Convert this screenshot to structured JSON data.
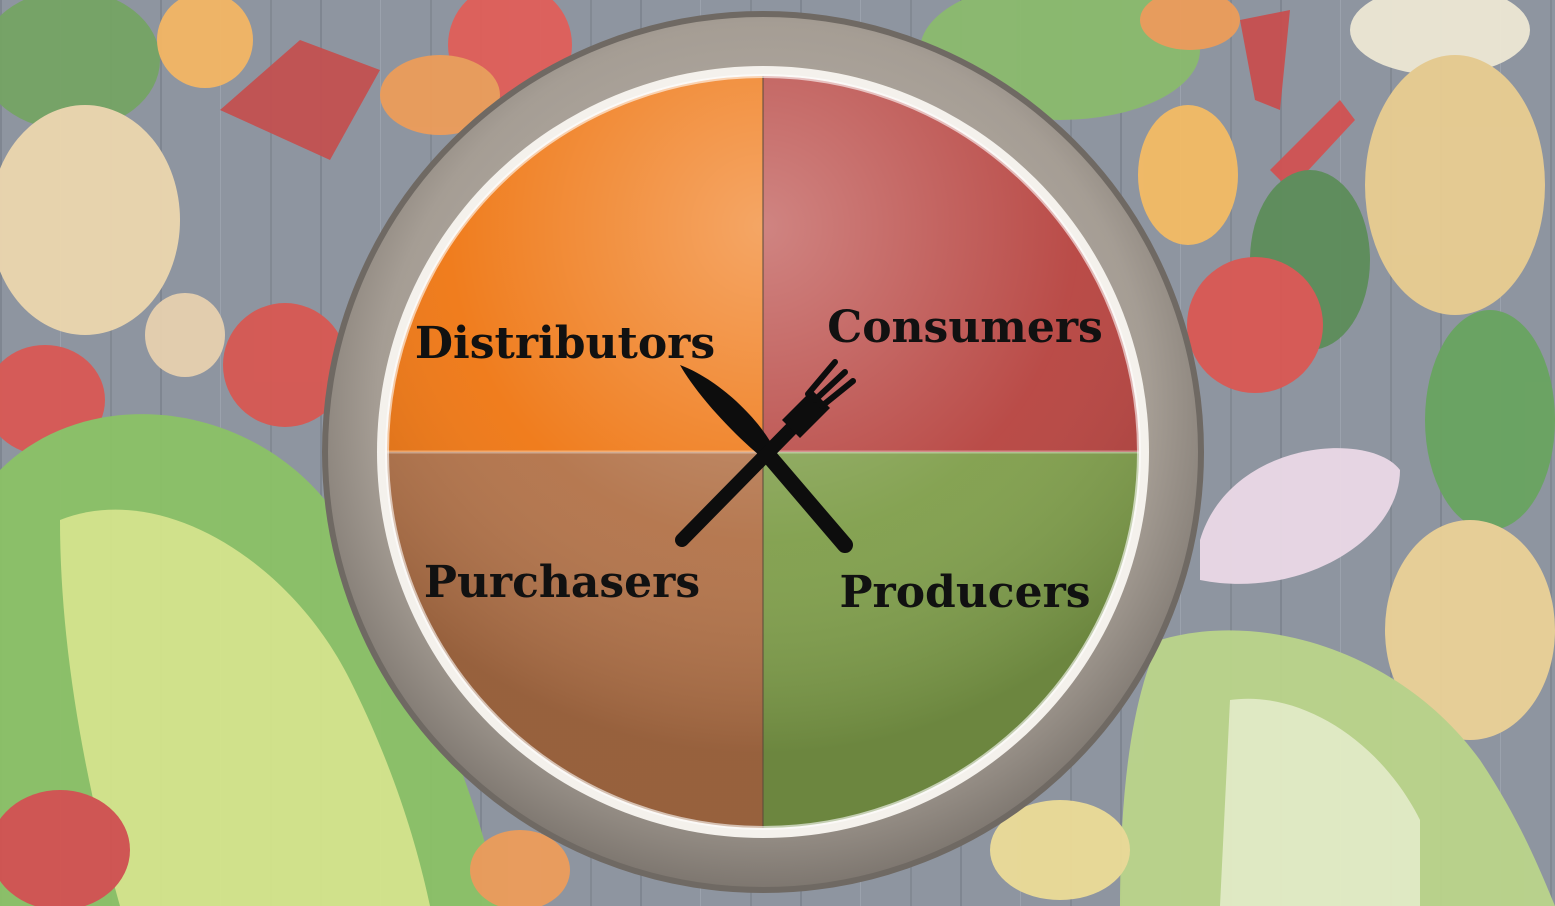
{
  "quadrants": [
    {
      "id": "distributors",
      "label": "Distributors",
      "color": "#ef7612"
    },
    {
      "id": "consumers",
      "label": "Consumers",
      "color": "#b6423e"
    },
    {
      "id": "purchasers",
      "label": "Purchasers",
      "color": "#b27248"
    },
    {
      "id": "producers",
      "label": "Producers",
      "color": "#7f9e4a"
    }
  ],
  "background": {
    "description": "vegetables on wooden table",
    "tint": "#d8dde2"
  },
  "center_icon": "crossed-knife-and-fork-icon",
  "plate_rim_color": "#9a938b"
}
